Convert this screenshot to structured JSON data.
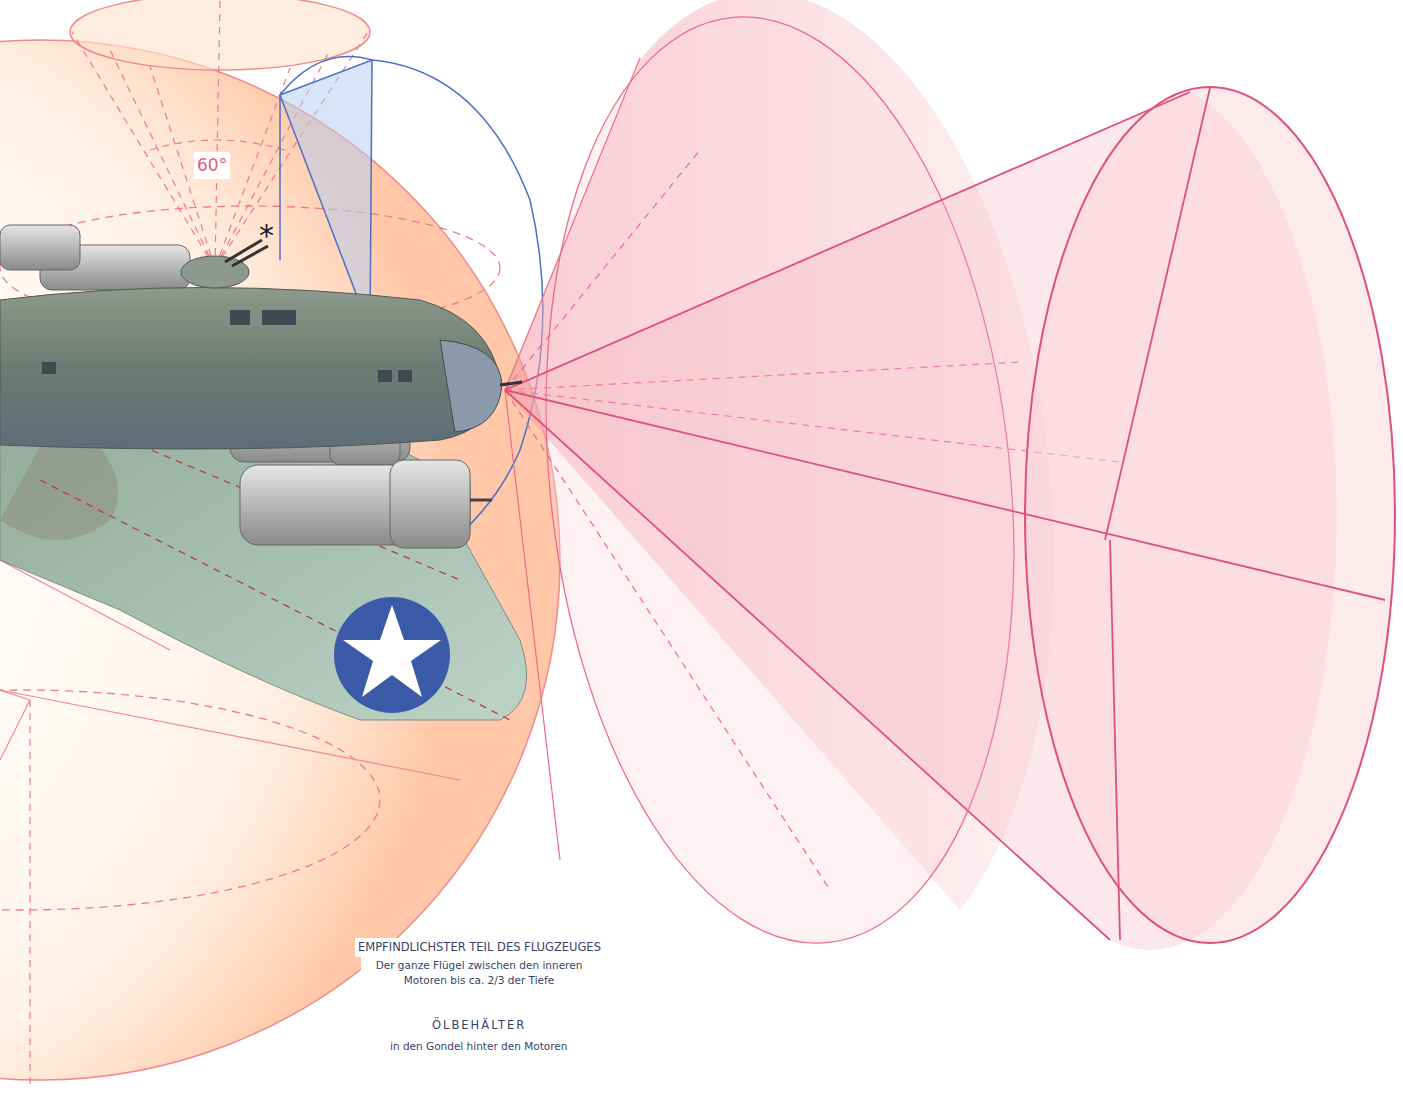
{
  "diagram": {
    "labels": [
      "60°",
      "*",
      "EMPFINDLICHSTER TEIL DES FLUGZEUGES",
      "Der ganze Flügel zwischen den inneren Motoren bis ca. 2/3 der Tiefe",
      "ÖLBEHÄLTER",
      "in den Gondel hinter den Motoren"
    ]
  }
}
